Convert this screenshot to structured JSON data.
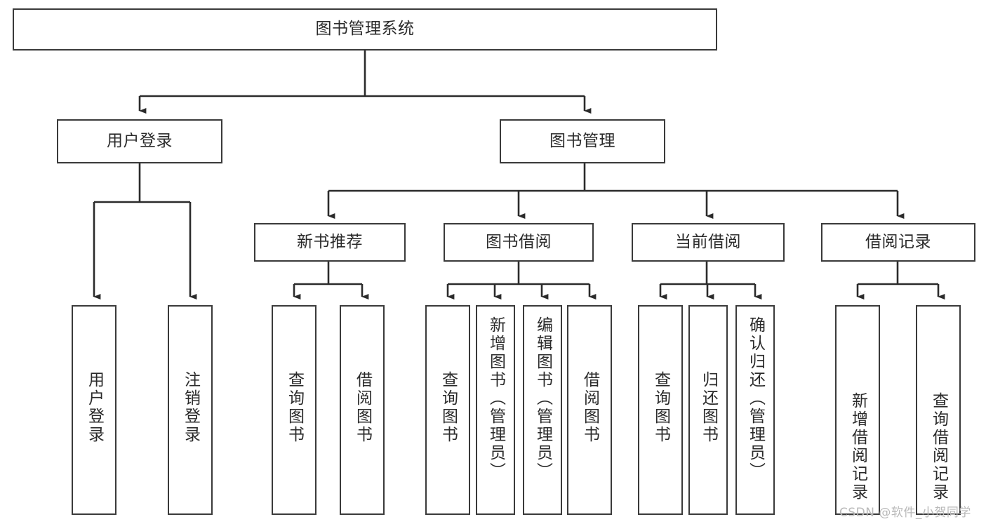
{
  "diagram": {
    "title": "图书管理系统",
    "type": "tree-hierarchy-flowchart",
    "colors": {
      "box_border": "#3a3a3a",
      "box_fill": "#ffffff",
      "edge": "#2b2b2b",
      "text": "#2b2b2b",
      "watermark": "#b9b9b9",
      "page_background": "#ffffff"
    },
    "watermark": "CSDN @软件_小贺同学"
  },
  "nodes": {
    "root": {
      "id": "root",
      "label": "图书管理系统",
      "level": 1,
      "orientation": "horizontal"
    },
    "level2": [
      {
        "id": "user-login",
        "label": "用户登录",
        "level": 2,
        "orientation": "horizontal",
        "parent": "root"
      },
      {
        "id": "book-manage",
        "label": "图书管理",
        "level": 2,
        "orientation": "horizontal",
        "parent": "root"
      }
    ],
    "level3": [
      {
        "id": "new-book-recommend",
        "label": "新书推荐",
        "level": 3,
        "orientation": "horizontal",
        "parent": "book-manage"
      },
      {
        "id": "book-borrow",
        "label": "图书借阅",
        "level": 3,
        "orientation": "horizontal",
        "parent": "book-manage"
      },
      {
        "id": "current-borrow",
        "label": "当前借阅",
        "level": 3,
        "orientation": "horizontal",
        "parent": "book-manage"
      },
      {
        "id": "borrow-record",
        "label": "借阅记录",
        "level": 3,
        "orientation": "horizontal",
        "parent": "book-manage"
      }
    ],
    "leaves": [
      {
        "id": "leaf-user-login",
        "label": "用户登录",
        "orientation": "vertical",
        "parent": "user-login"
      },
      {
        "id": "leaf-logout-login",
        "label": "注销登录",
        "orientation": "vertical",
        "parent": "user-login"
      },
      {
        "id": "leaf-query-book-1",
        "label": "查询图书",
        "orientation": "vertical",
        "parent": "new-book-recommend"
      },
      {
        "id": "leaf-borrow-book-1",
        "label": "借阅图书",
        "orientation": "vertical",
        "parent": "new-book-recommend"
      },
      {
        "id": "leaf-query-book-2",
        "label": "查询图书",
        "orientation": "vertical",
        "parent": "book-borrow"
      },
      {
        "id": "leaf-add-book",
        "label": "新增图书（管理员）",
        "orientation": "vertical",
        "parent": "book-borrow"
      },
      {
        "id": "leaf-edit-book",
        "label": "编辑图书（管理员）",
        "orientation": "vertical",
        "parent": "book-borrow"
      },
      {
        "id": "leaf-borrow-book-2",
        "label": "借阅图书",
        "orientation": "vertical",
        "parent": "book-borrow"
      },
      {
        "id": "leaf-query-book-3",
        "label": "查询图书",
        "orientation": "vertical",
        "parent": "current-borrow"
      },
      {
        "id": "leaf-return-book",
        "label": "归还图书",
        "orientation": "vertical",
        "parent": "current-borrow"
      },
      {
        "id": "leaf-confirm-return",
        "label": "确认归还（管理员）",
        "orientation": "vertical",
        "parent": "current-borrow"
      },
      {
        "id": "leaf-add-record",
        "label": "新增借阅记录",
        "orientation": "vertical",
        "parent": "borrow-record"
      },
      {
        "id": "leaf-query-record",
        "label": "查询借阅记录",
        "orientation": "vertical",
        "parent": "borrow-record"
      }
    ]
  }
}
